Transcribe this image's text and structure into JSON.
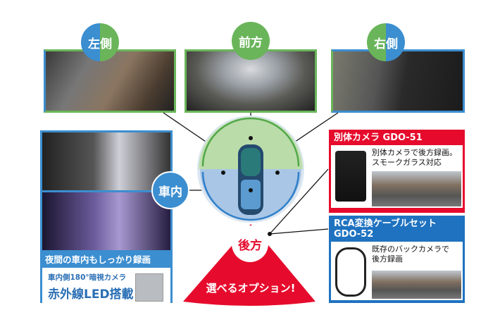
{
  "views": {
    "left": {
      "label": "左側"
    },
    "front": {
      "label": "前方"
    },
    "right": {
      "label": "右側"
    },
    "interior": {
      "label": "車内",
      "caption": "夜間の車内もしっかり録画",
      "feature_line1": "車内側180°暗視カメラ",
      "feature_line2": "赤外線LED搭載"
    },
    "rear": {
      "label": "後方",
      "subtitle": "選べるオプション!"
    }
  },
  "options": [
    {
      "title": "別体カメラ GDO-51",
      "desc_line1": "別体カメラで後方録画。",
      "desc_line2": "スモークガラス対応",
      "color": "#e60b2c"
    },
    {
      "title_line1": "RCA変換ケーブルセット",
      "title_line2": "GDO-52",
      "desc_line1": "既存のバックカメラで",
      "desc_line2": "後方録画",
      "color": "#1f72c0"
    }
  ],
  "colors": {
    "blue": "#3b8ed0",
    "green": "#6ab55a",
    "red": "#e60b2c"
  }
}
